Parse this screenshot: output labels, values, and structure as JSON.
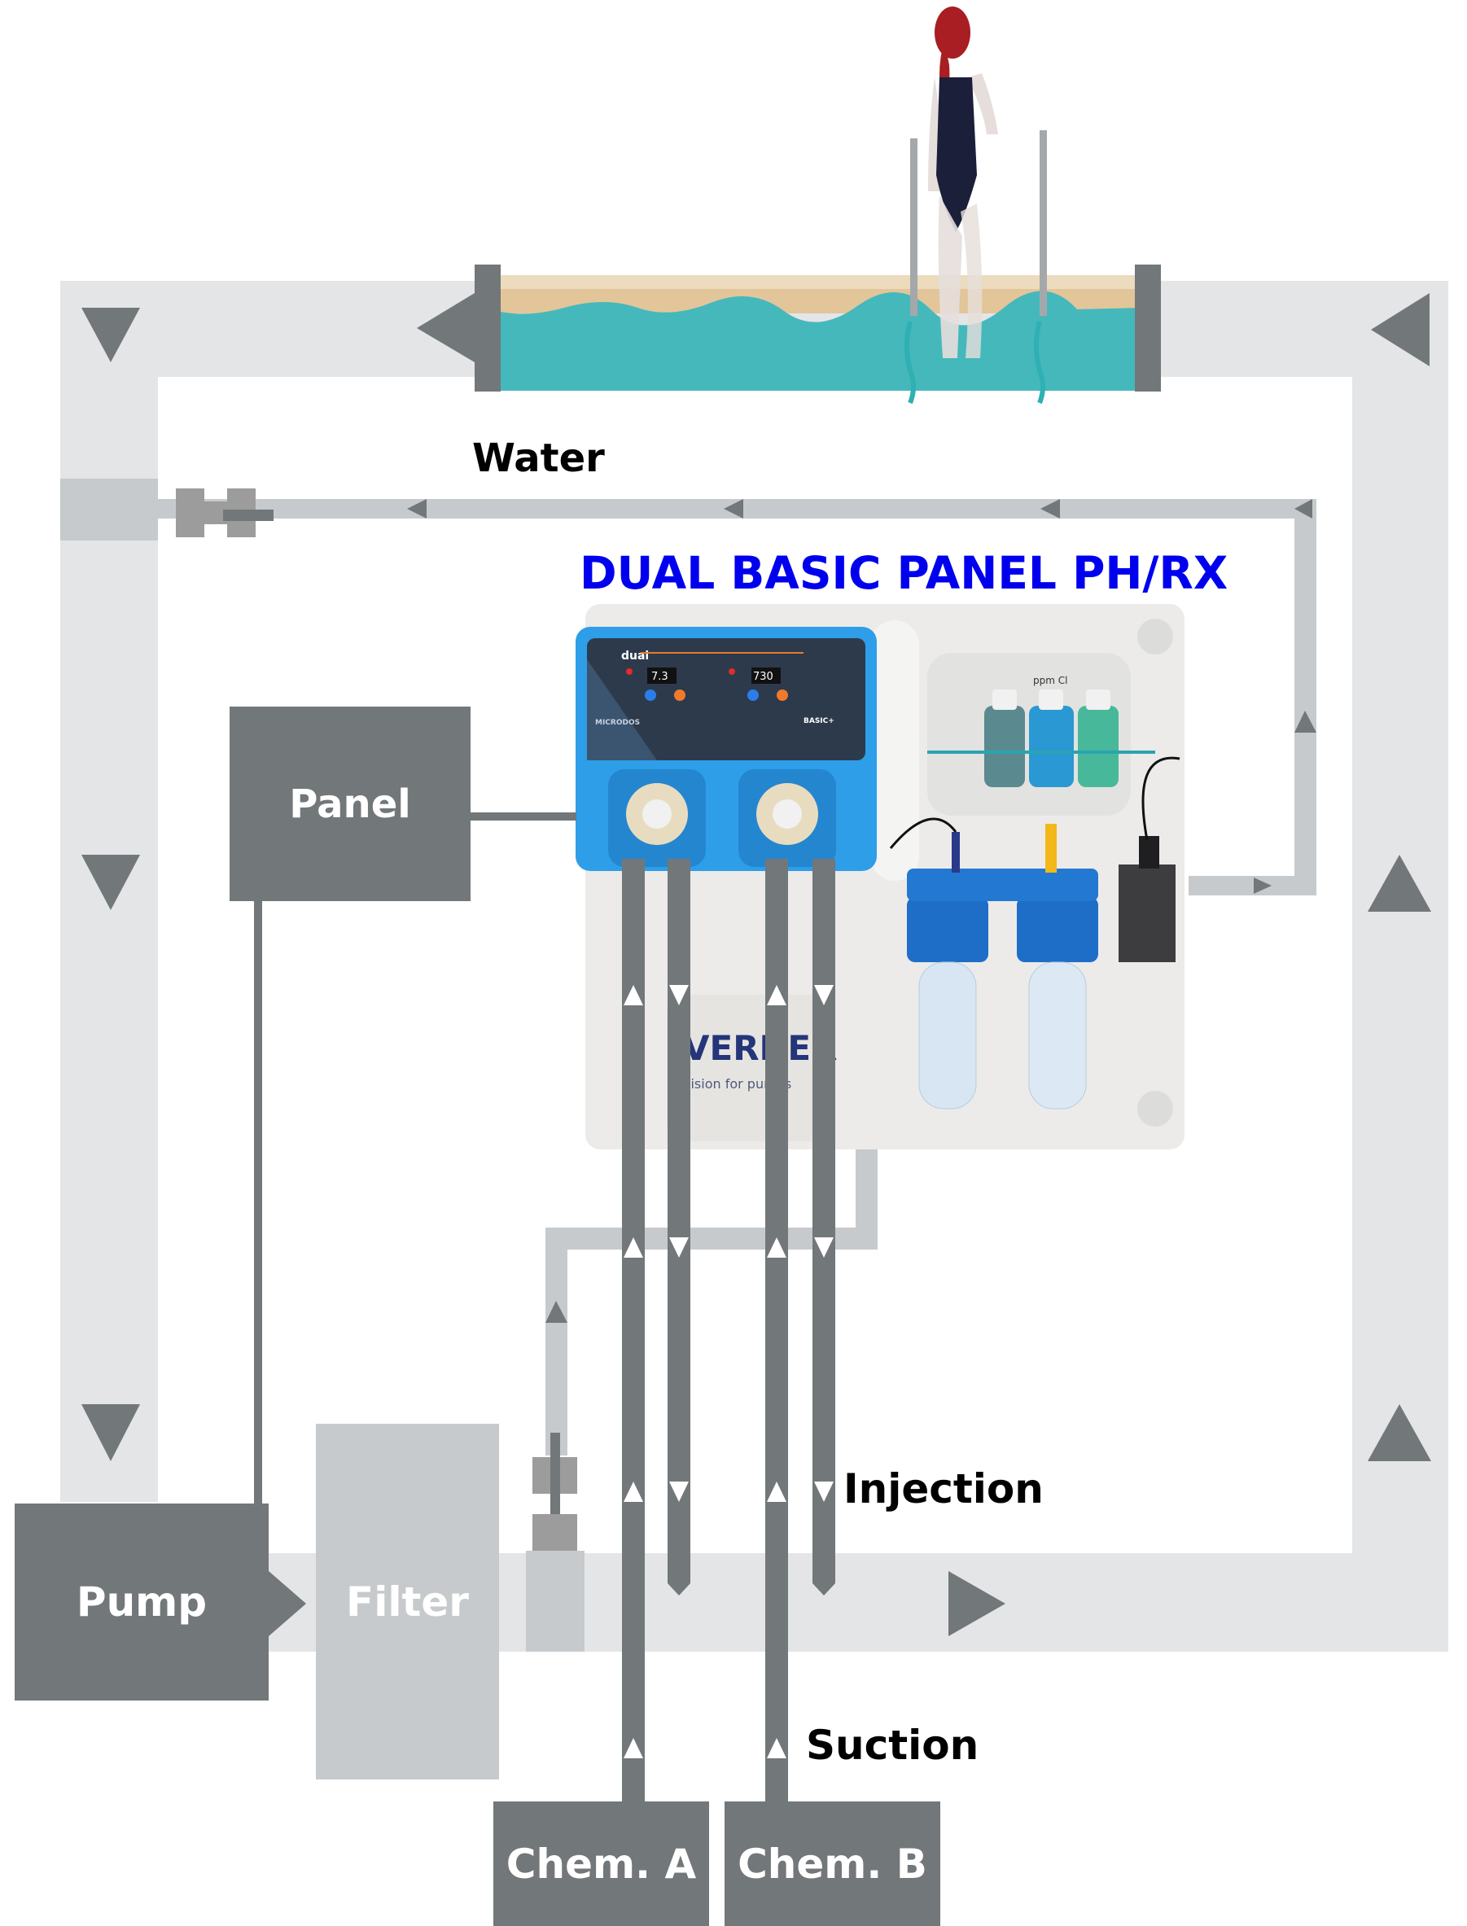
{
  "diagram": {
    "title": "DUAL BASIC PANEL PH/RX",
    "labels": {
      "water": "Water",
      "panel": "Panel",
      "pump": "Pump",
      "filter": "Filter",
      "injection": "Injection",
      "suction": "Suction",
      "chem_a": "Chem. A",
      "chem_b": "Chem. B"
    },
    "device": {
      "brand_logo": "dual",
      "display_ph": "7.3",
      "display_rx": "730",
      "maker": "MICRODOS",
      "model": "BASIC+",
      "board_brand": "VERDER",
      "board_tagline": "vision for pumps",
      "bottle_label": "ppm Cl"
    },
    "colors": {
      "title": "#0000ee",
      "pipe_main": "#e4e5e7",
      "pipe_sample": "#c7cacc",
      "component": "#727779",
      "pool_water": "#45b8bc",
      "pool_sand": "#e3c59a"
    }
  }
}
